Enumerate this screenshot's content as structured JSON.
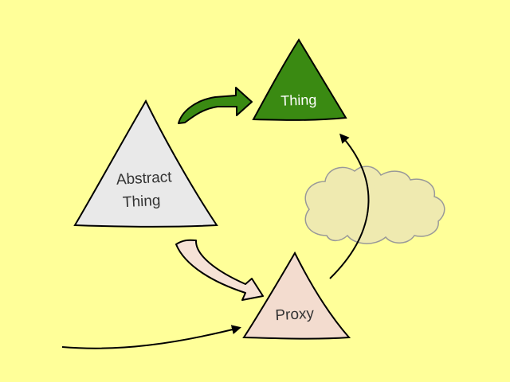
{
  "diagram": {
    "nodes": {
      "abstract_thing": {
        "line1": "Abstract",
        "line2": "Thing",
        "fill": "#e9e9e9"
      },
      "thing": {
        "label": "Thing",
        "fill": "#3a8a12",
        "text_color": "#ffffff"
      },
      "proxy": {
        "label": "Proxy",
        "fill": "#f3dccf"
      }
    },
    "cloud": {
      "fill": "#efeab0",
      "icon": "cloud-icon"
    },
    "colors": {
      "background": "#ffff99",
      "green_arrow": "#3a8a12",
      "pink_arrow": "#f6e2d6",
      "outline": "#000000"
    }
  }
}
